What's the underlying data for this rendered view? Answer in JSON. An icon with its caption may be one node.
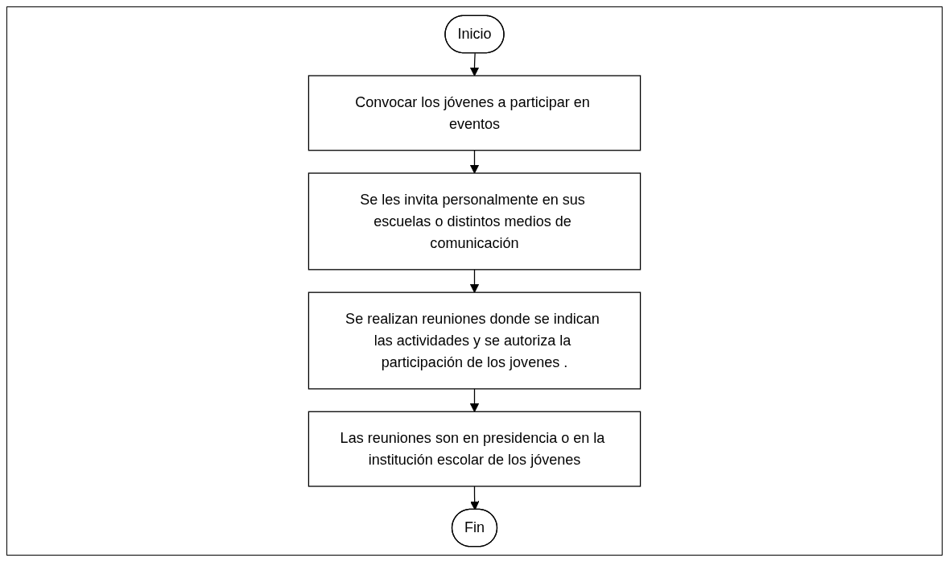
{
  "diagram": {
    "nodes": [
      {
        "text": [
          "Inicio"
        ]
      },
      {
        "text": [
          "Convocar los jóvenes a participar en eventos"
        ]
      },
      {
        "text": [
          "Se les invita personalmente en sus escuelas o distintos medios de comunicación"
        ]
      },
      {
        "text": [
          "Se realizan reuniones donde se indican las actividades y se autoriza la participación de los jovenes ."
        ]
      },
      {
        "text": [
          "Las reuniones son en presidencia o en la institución escolar de los jóvenes"
        ]
      },
      {
        "text": [
          "Fin"
        ]
      }
    ],
    "edges": [
      {
        "from": 0,
        "to": 1,
        "arrow": "to"
      },
      {
        "from": 1,
        "to": 2,
        "arrow": "to"
      },
      {
        "from": 2,
        "to": 3,
        "arrow": "to"
      },
      {
        "from": 3,
        "to": 4,
        "arrow": "to"
      },
      {
        "from": 4,
        "to": 5,
        "arrow": "to"
      }
    ]
  }
}
